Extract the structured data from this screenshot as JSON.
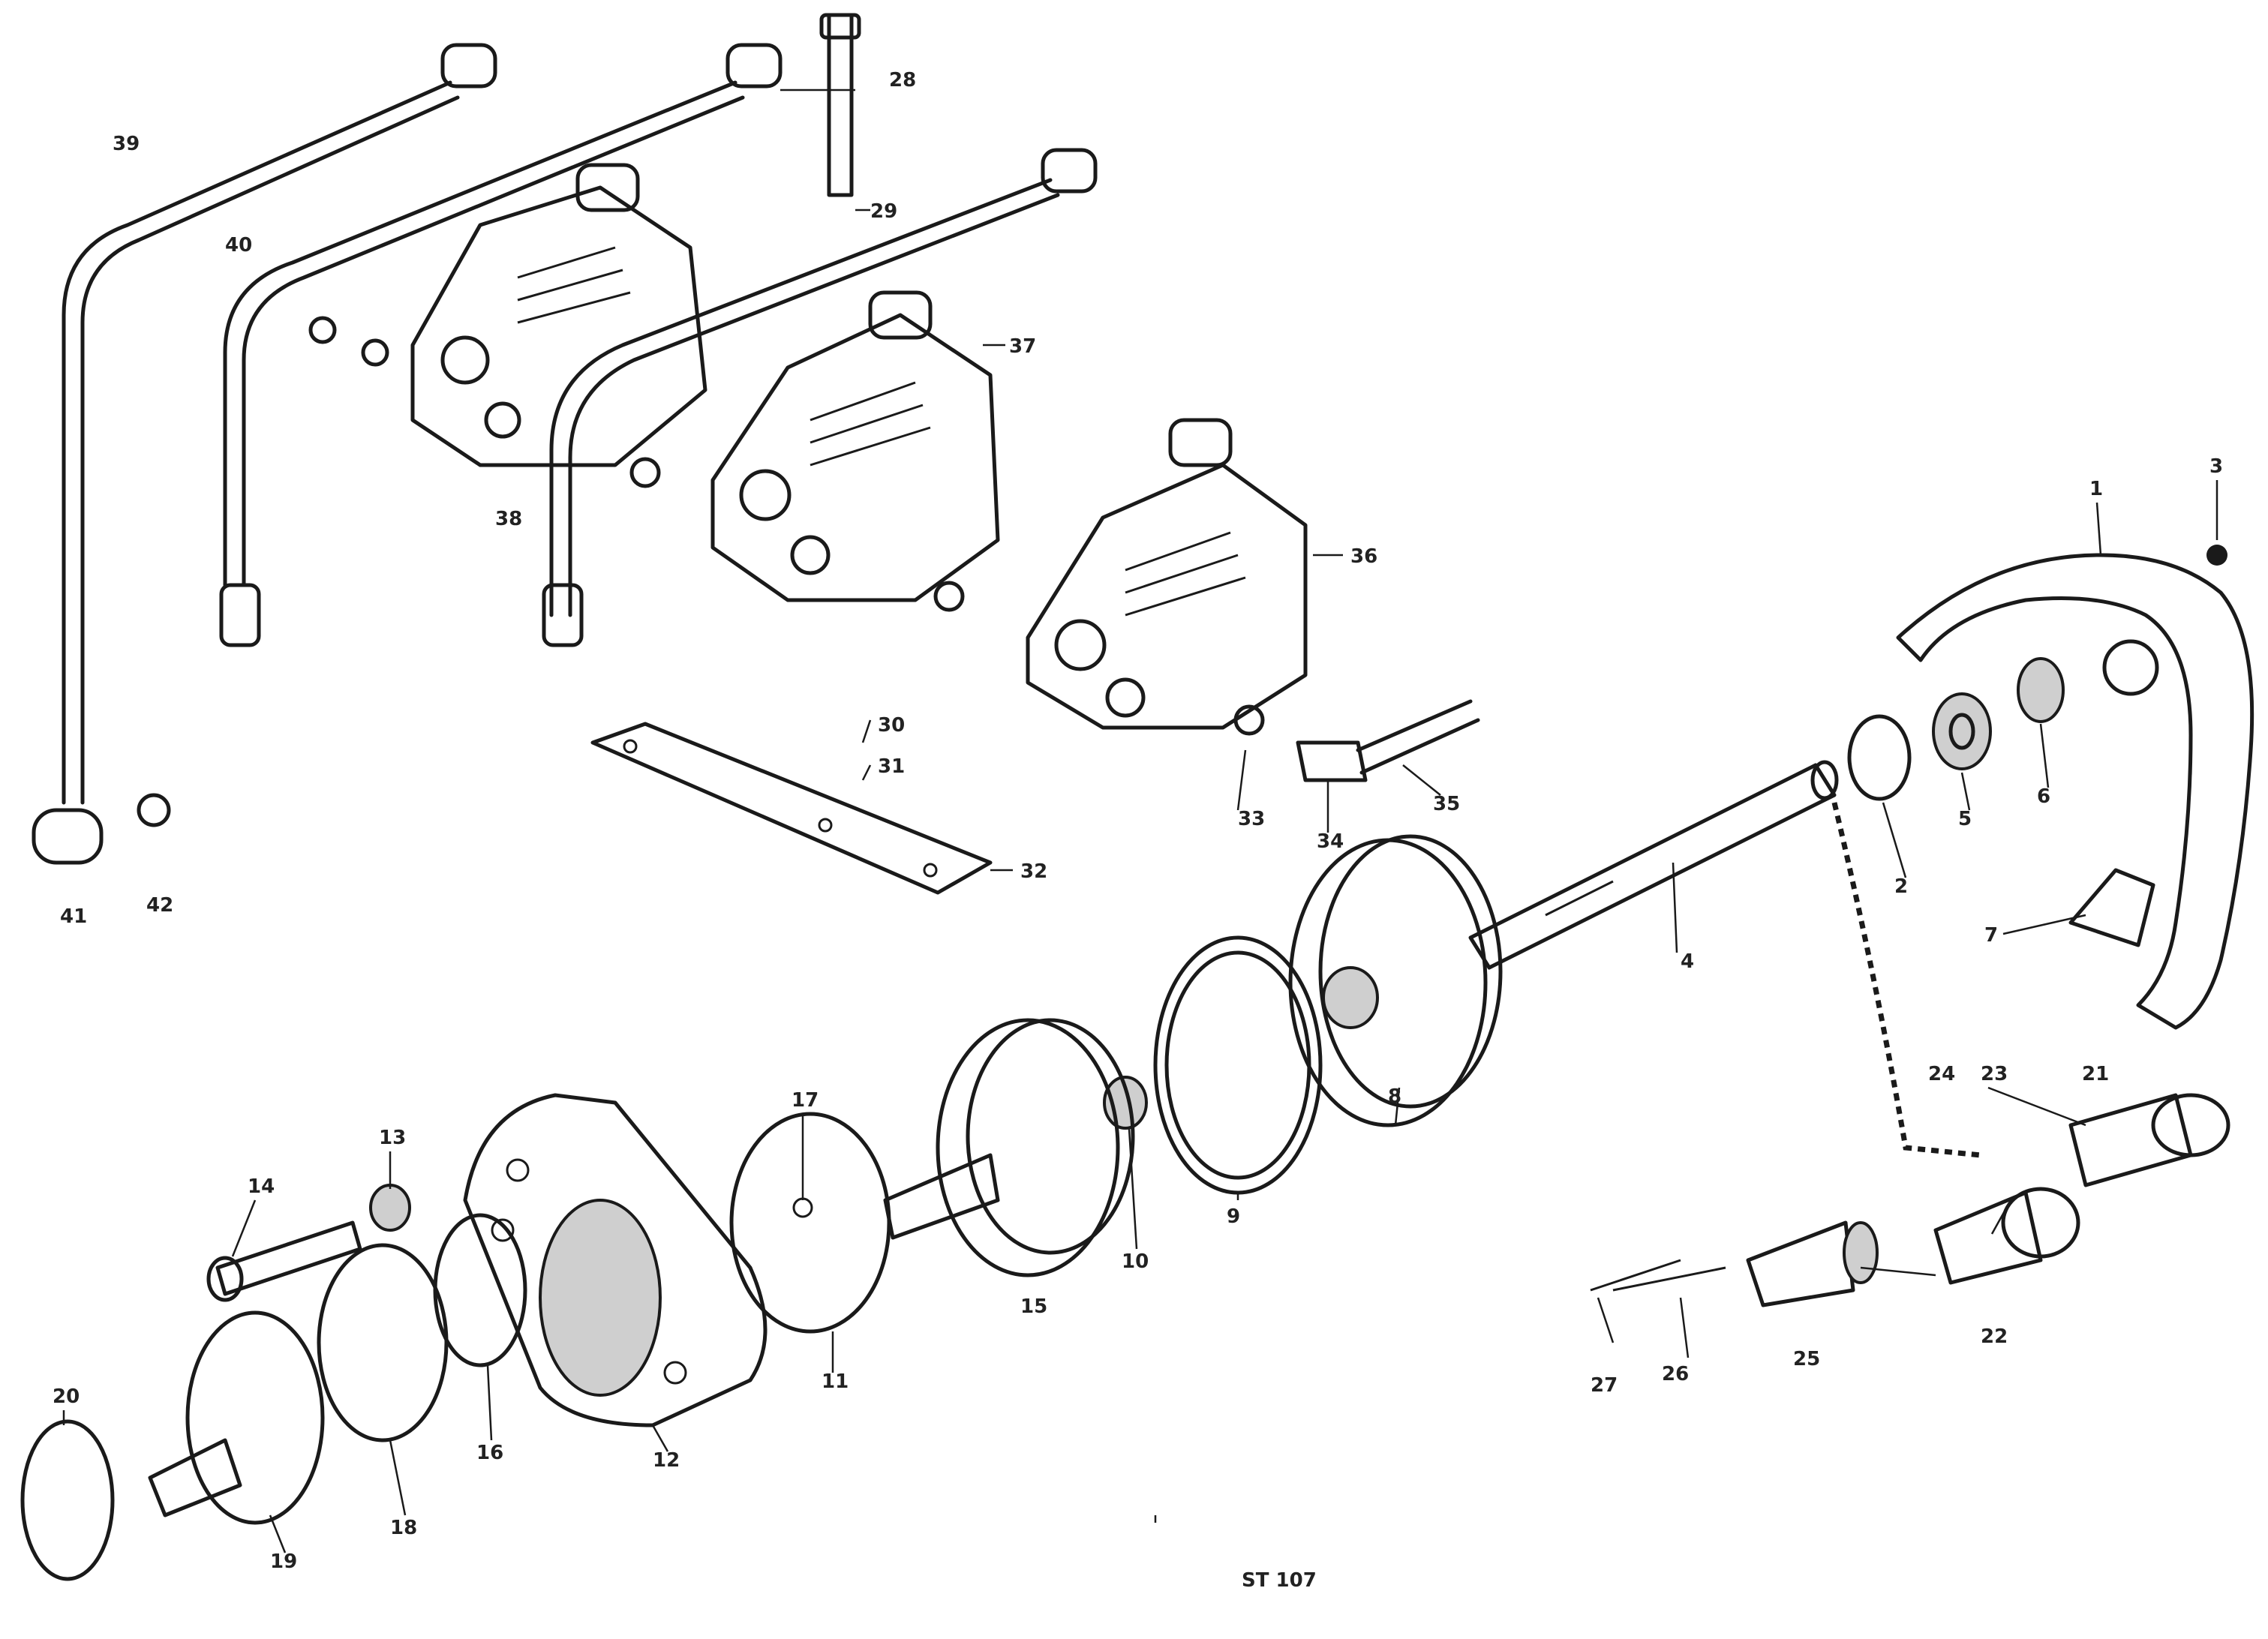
{
  "callouts": [
    "1",
    "2",
    "3",
    "4",
    "5",
    "6",
    "7",
    "8",
    "9",
    "10",
    "11",
    "12",
    "13",
    "14",
    "15",
    "16",
    "17",
    "18",
    "19",
    "20",
    "21",
    "22",
    "23",
    "24",
    "25",
    "26",
    "27",
    "28",
    "29",
    "30",
    "31",
    "32",
    "33",
    "34",
    "35",
    "36",
    "37",
    "38",
    "39",
    "40",
    "41",
    "42"
  ],
  "drawing_ref": [
    "",
    "",
    "ST 107"
  ]
}
